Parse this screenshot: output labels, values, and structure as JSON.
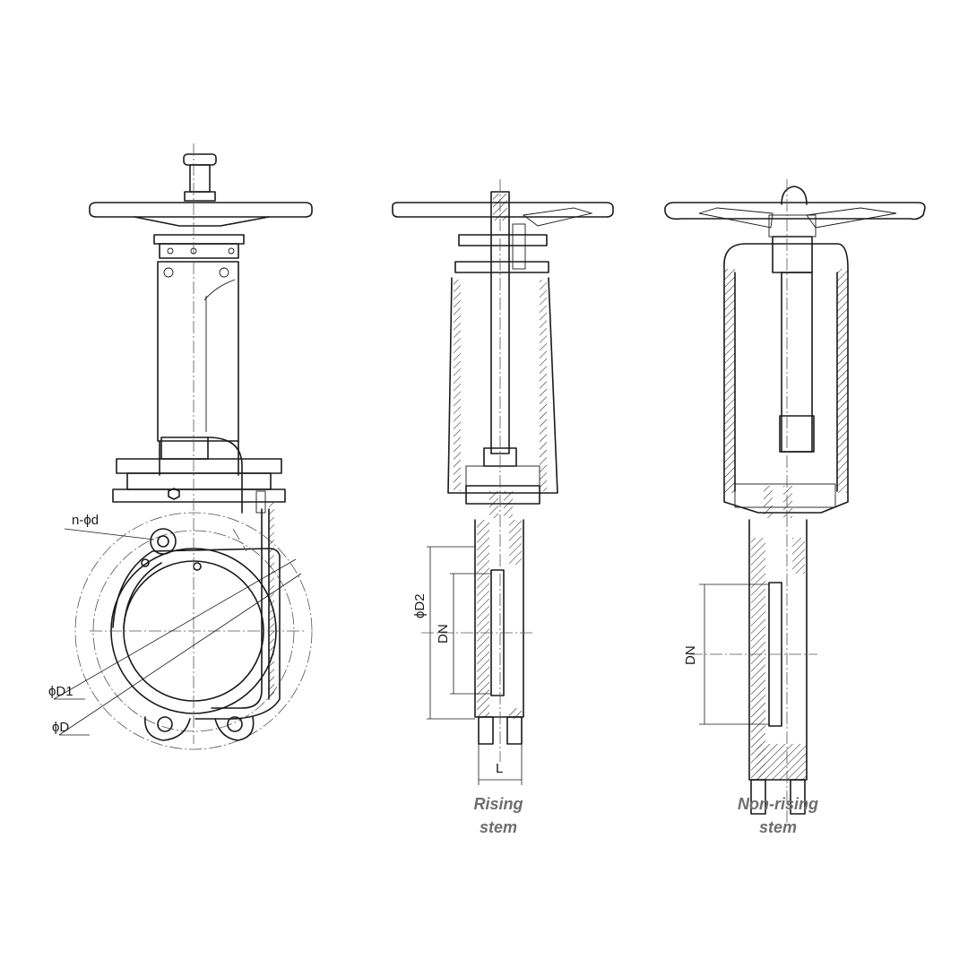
{
  "dimension_labels": {
    "holes": "n-ϕd",
    "d1": "ϕD1",
    "d": "ϕD",
    "d2": "ϕD2",
    "dn_rising": "DN",
    "dn_nonrising": "DN",
    "length": "L"
  },
  "captions": {
    "rising": [
      "Rising",
      "stem"
    ],
    "non_rising": [
      "Non-rising",
      "stem"
    ]
  }
}
